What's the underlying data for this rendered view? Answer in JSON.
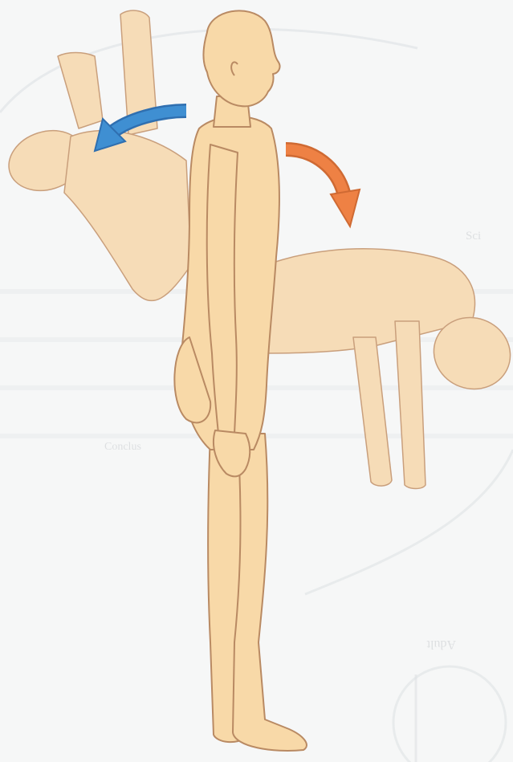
{
  "figure": {
    "palette": {
      "page_background": "#f6f7f7",
      "skin": "#f8d9a8",
      "skin_faded": "#f6dcb7",
      "outline": "#b98a63",
      "extension_arrow": "#3f8fd2",
      "flexion_arrow": "#ee8144",
      "bleed_through": "#c9cdd0"
    },
    "poses": [
      {
        "name": "standing-upright",
        "color": "skin"
      },
      {
        "name": "extension-backward",
        "color": "skin_faded"
      },
      {
        "name": "flexion-forward",
        "color": "skin_faded"
      }
    ],
    "arrows": [
      {
        "name": "extension-arrow",
        "direction": "backward",
        "color": "extension_arrow"
      },
      {
        "name": "flexion-arrow",
        "direction": "forward",
        "color": "flexion_arrow"
      }
    ],
    "bleed_through_text": {
      "line1": "Sci",
      "line2": "Conclus",
      "line3": "Adult"
    }
  }
}
